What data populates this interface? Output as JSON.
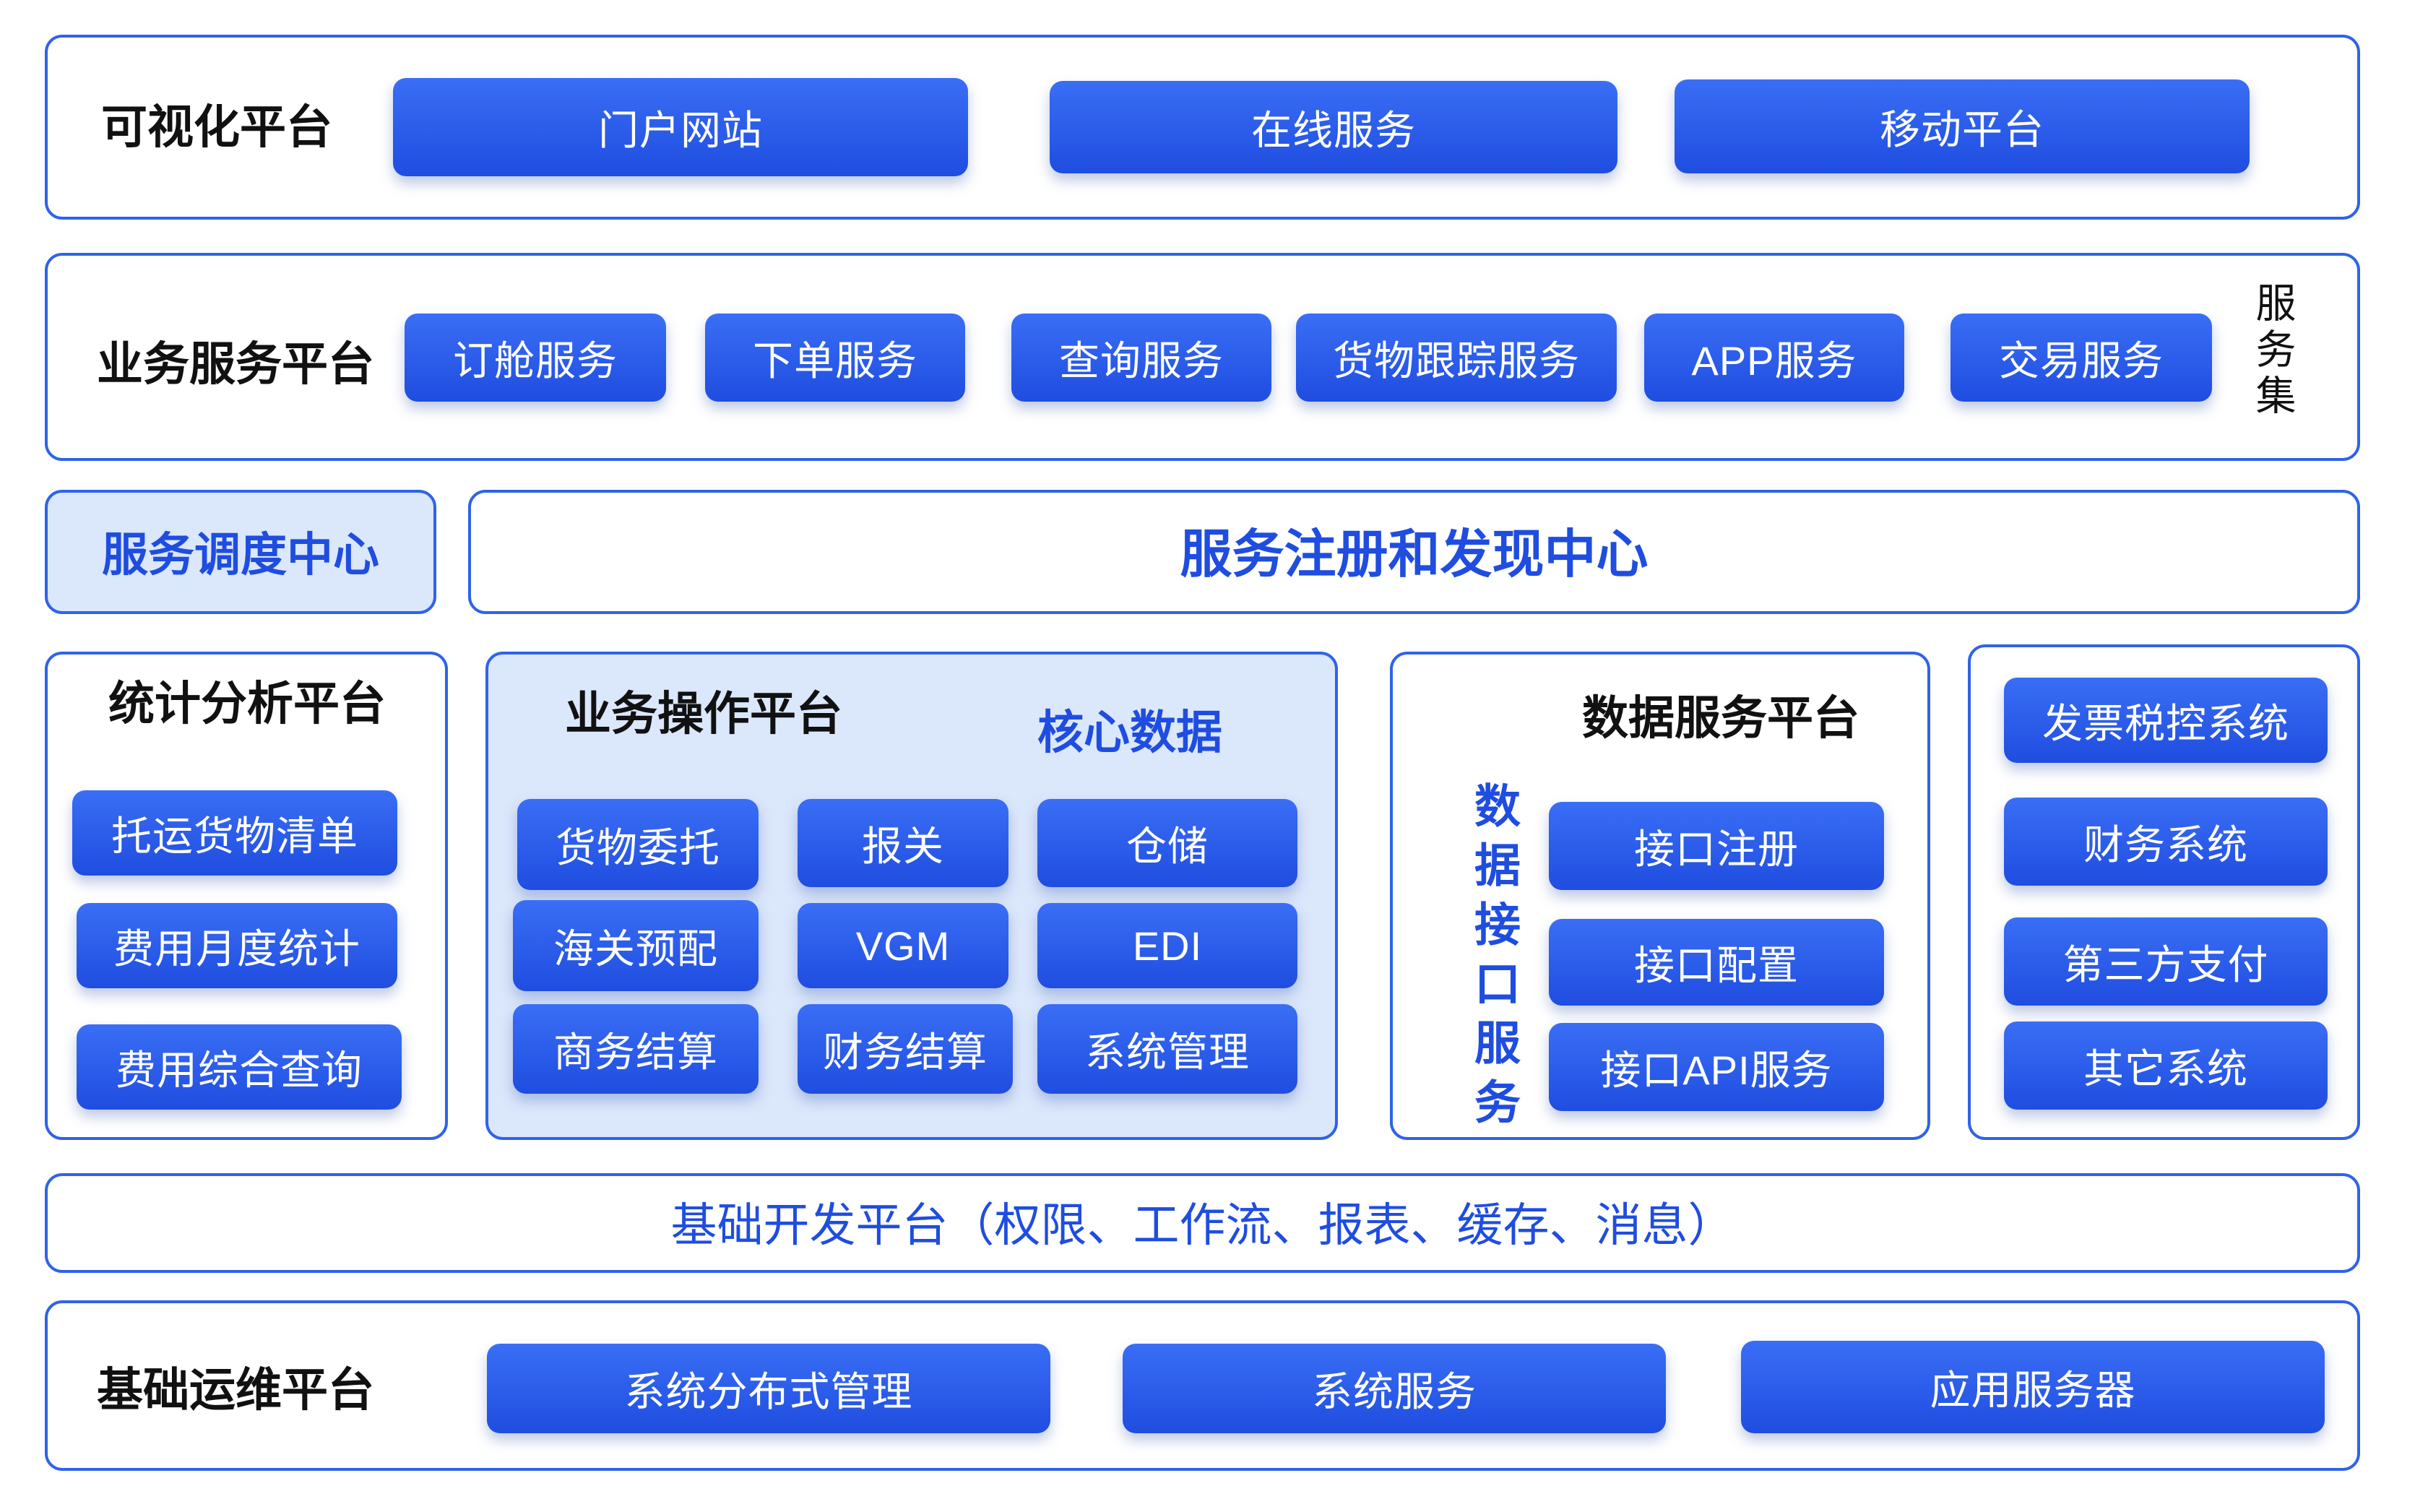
{
  "visualization": {
    "title": "可视化平台",
    "items": [
      "门户网站",
      "在线服务",
      "移动平台"
    ]
  },
  "business_service": {
    "title": "业务服务平台",
    "items": [
      "订舱服务",
      "下单服务",
      "查询服务",
      "货物跟踪服务",
      "APP服务",
      "交易服务"
    ],
    "side_label": "服务集"
  },
  "dispatch_center": {
    "title": "服务调度中心"
  },
  "registry_center": {
    "title": "服务注册和发现中心"
  },
  "statistics": {
    "title": "统计分析平台",
    "items": [
      "托运货物清单",
      "费用月度统计",
      "费用综合查询"
    ]
  },
  "business_operation": {
    "title": "业务操作平台",
    "core_label": "核心数据",
    "items": [
      "货物委托",
      "报关",
      "仓储",
      "海关预配",
      "VGM",
      "EDI",
      "商务结算",
      "财务结算",
      "系统管理"
    ]
  },
  "data_service": {
    "title": "数据服务平台",
    "side_label": "数据接口服务",
    "items": [
      "接口注册",
      "接口配置",
      "接口API服务"
    ]
  },
  "external_systems": {
    "items": [
      "发票税控系统",
      "财务系统",
      "第三方支付",
      "其它系统"
    ]
  },
  "foundation_dev": {
    "title": "基础开发平台（权限、工作流、报表、缓存、消息）"
  },
  "foundation_ops": {
    "title": "基础运维平台",
    "items": [
      "系统分布式管理",
      "系统服务",
      "应用服务器"
    ]
  },
  "colors": {
    "border": "#2f63e8",
    "button": "#2456e6",
    "light_fill": "#dbe7fb",
    "accent_text": "#1f4de0"
  }
}
